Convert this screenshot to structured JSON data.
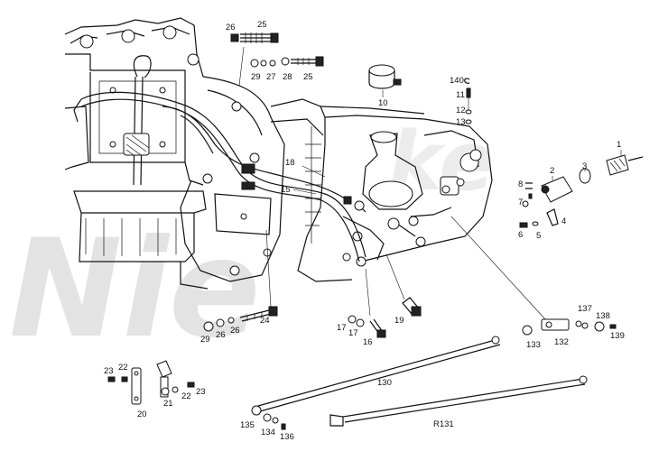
{
  "watermark": {
    "text": "Nie",
    "color": "#e3e3e3"
  },
  "colors": {
    "line": "#111111",
    "background": "#ffffff"
  },
  "labels": {
    "l1": "1",
    "l2": "2",
    "l3": "3",
    "l4": "4",
    "l5": "5",
    "l6": "6",
    "l7": "7",
    "l8": "8",
    "l10": "10",
    "l11": "11",
    "l12": "12",
    "l13": "13",
    "l15": "15",
    "l16": "16",
    "l17a": "17",
    "l17b": "17",
    "l18": "18",
    "l19": "19",
    "l20": "20",
    "l21": "21",
    "l22a": "22",
    "l22b": "22",
    "l23a": "23",
    "l23b": "23",
    "l24": "24",
    "l25a": "25",
    "l25b": "25",
    "l26a": "26",
    "l26b": "26",
    "l27": "27",
    "l28": "28",
    "l29a": "29",
    "l29b": "29",
    "l130": "130",
    "l131": "R131",
    "l132": "132",
    "l133": "133",
    "l134": "134",
    "l135": "135",
    "l136": "136",
    "l137": "137",
    "l138": "138",
    "l139": "139",
    "l140": "140"
  }
}
